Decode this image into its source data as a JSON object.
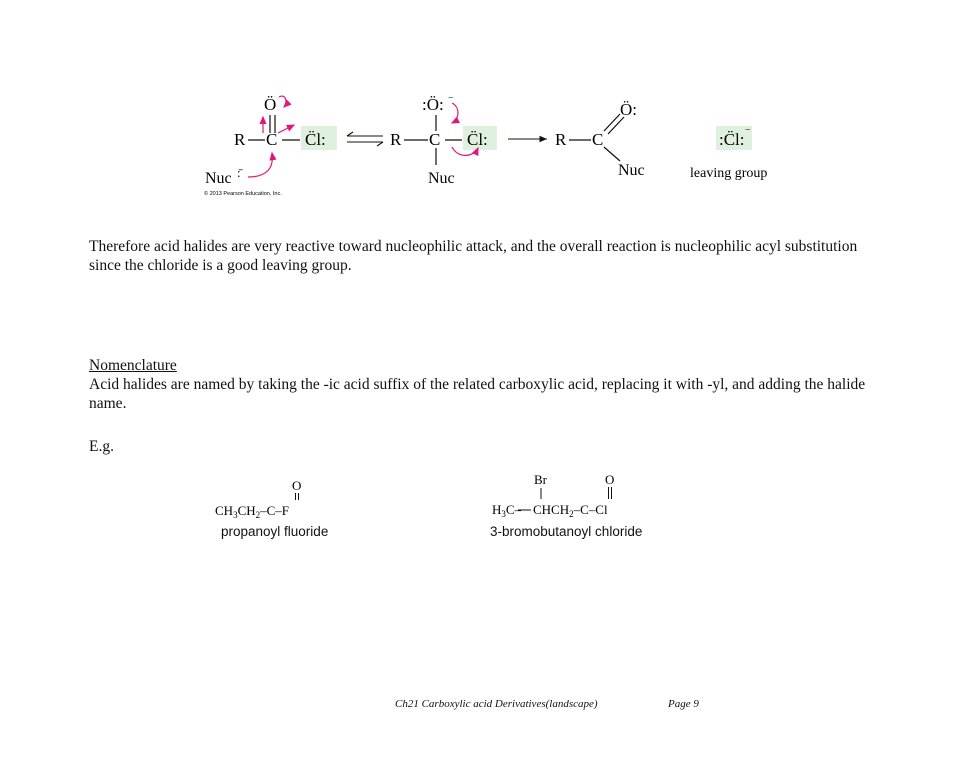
{
  "scheme": {
    "r": "R",
    "c": "C",
    "o_lone": "Ö",
    "cl": "Cl",
    "cl_ion": ":Cl:",
    "nuc": "Nuc",
    "nuc_minus": "Nuc",
    "copyright": "© 2013 Pearson Education, Inc.",
    "leaving_group": "leaving group",
    "accent_color": "#e0177a",
    "highlight_color": "#dff0de"
  },
  "paragraph1": "Therefore acid halides are very reactive toward nucleophilic attack, and the overall reaction is nucleophilic acyl substitution since the chloride is a good leaving group.",
  "nomenclature": {
    "heading": "Nomenclature",
    "text": "Acid halides are named by taking the -ic acid suffix of the related carboxylic acid, replacing it with -yl, and adding the halide name."
  },
  "eg": "E.g.",
  "examples": [
    {
      "name": "propanoyl fluoride"
    },
    {
      "name": "3-bromobutanoyl chloride"
    }
  ],
  "footer": {
    "title": "Ch21 Carboxylic acid Derivatives(landscape)",
    "page": "Page 9"
  }
}
